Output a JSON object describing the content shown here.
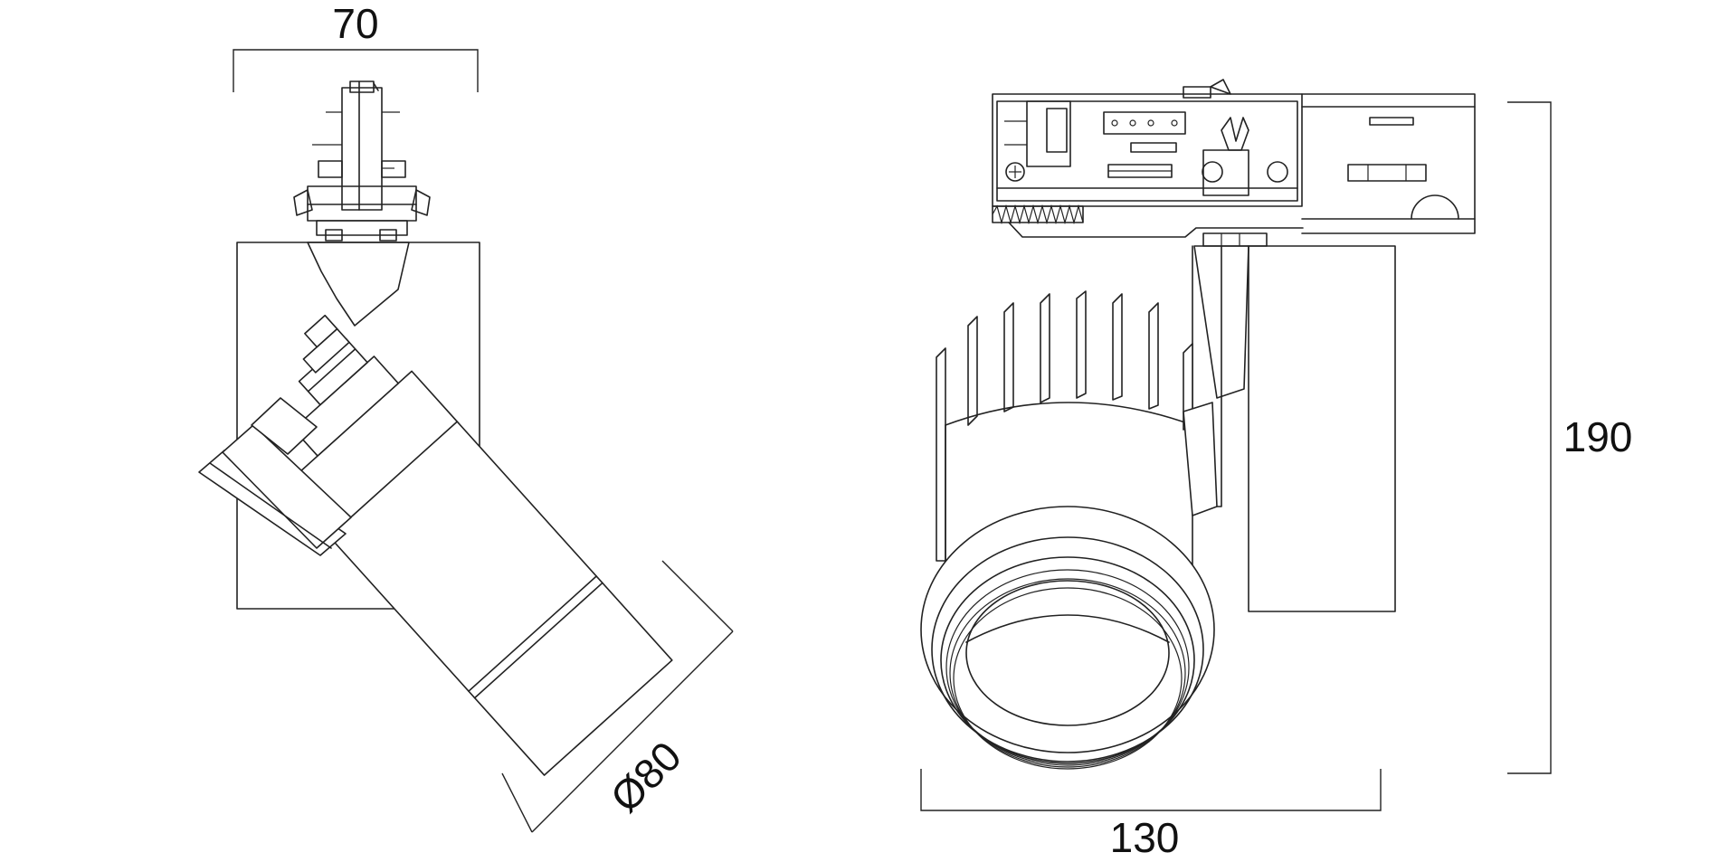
{
  "dimensions": {
    "width_label": "70",
    "diameter_label": "Ø80",
    "length_label": "130",
    "height_label": "190"
  },
  "colors": {
    "line": "#222222",
    "background": "#ffffff"
  }
}
